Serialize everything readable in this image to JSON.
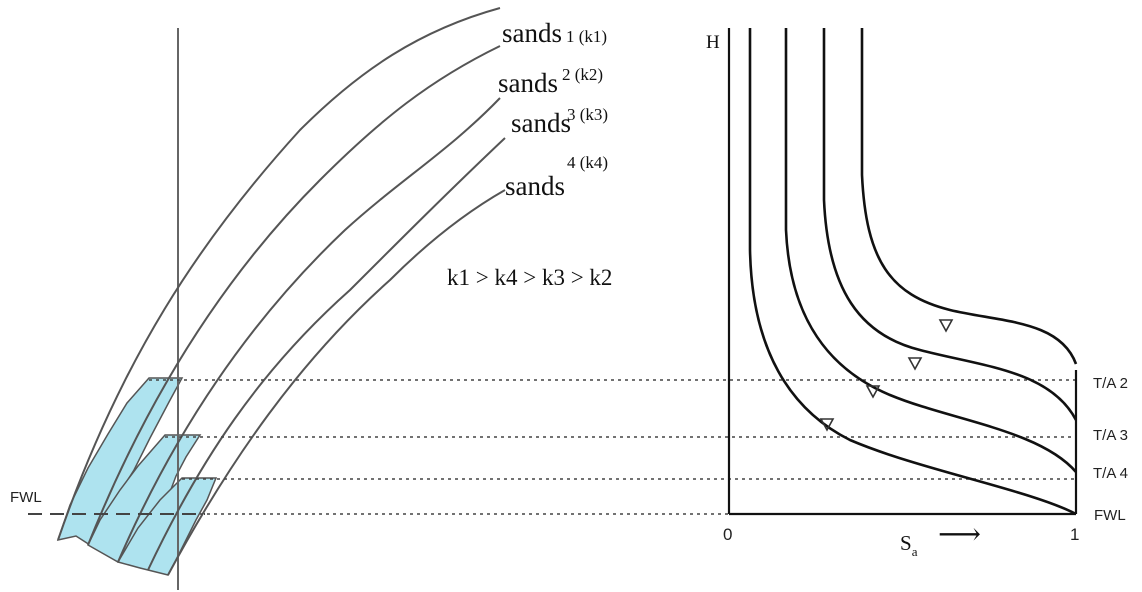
{
  "left_panel": {
    "sand_labels": [
      {
        "word": "sands",
        "sub": "1 (k1)"
      },
      {
        "word": "sands",
        "sub": "2 (k2)"
      },
      {
        "word": "sands",
        "sub": "3 (k3)"
      },
      {
        "word": "sands",
        "sub": "4 (k4)"
      }
    ],
    "relation": "k1 > k4 > k3 > k2",
    "fwl_label": "FWL"
  },
  "right_panel": {
    "y_axis_label": "H",
    "x_axis_label": "S",
    "x_axis_subscript": "a",
    "x_arrow": "⟶",
    "x_tick_start": "0",
    "x_tick_end": "1",
    "level_labels": [
      "T/A 2",
      "T/A 3",
      "T/A 4",
      "FWL"
    ]
  },
  "colors": {
    "water": "#aee3ef",
    "lines": "#555555",
    "curves": "#111111"
  }
}
